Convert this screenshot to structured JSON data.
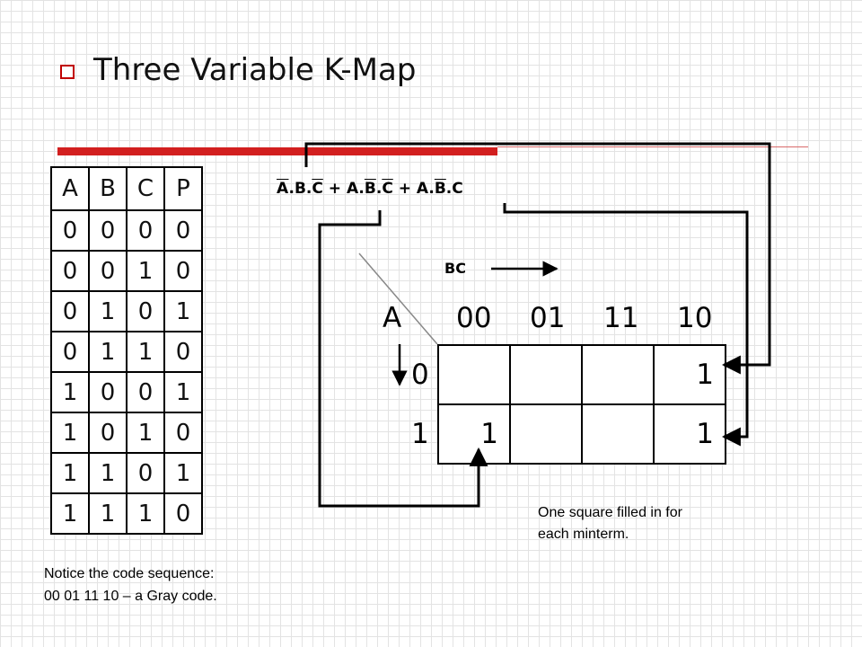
{
  "slide": {
    "title": "Three Variable K-Map"
  },
  "truth_table": {
    "headers": [
      "A",
      "B",
      "C",
      "P"
    ],
    "rows": [
      [
        "0",
        "0",
        "0",
        "0"
      ],
      [
        "0",
        "0",
        "1",
        "0"
      ],
      [
        "0",
        "1",
        "0",
        "1"
      ],
      [
        "0",
        "1",
        "1",
        "0"
      ],
      [
        "1",
        "0",
        "0",
        "1"
      ],
      [
        "1",
        "0",
        "1",
        "0"
      ],
      [
        "1",
        "1",
        "0",
        "1"
      ],
      [
        "1",
        "1",
        "1",
        "0"
      ]
    ]
  },
  "expression": {
    "t1_a": "A",
    "t1_dot1": ".B.",
    "t1_c": "C",
    "plus1": " + ",
    "t2_a": "A.",
    "t2_b": "B",
    "t2_dot": ".",
    "t2_c": "C",
    "plus2": " + ",
    "t3_a": "A.",
    "t3_b": "B",
    "t3_c": ".C"
  },
  "kmap": {
    "bc_label": "BC",
    "a_label": "A",
    "col_headers": [
      "00",
      "01",
      "11",
      "10"
    ],
    "row_labels": [
      "0",
      "1"
    ],
    "cells": [
      [
        "",
        "",
        "",
        "1"
      ],
      [
        "1",
        "",
        "",
        "1"
      ]
    ]
  },
  "notes": {
    "right_line1": "One square filled in for",
    "right_line2": "each minterm.",
    "left_line1": "Notice the code sequence:",
    "left_line2": "00 01 11 10 – a Gray code."
  }
}
